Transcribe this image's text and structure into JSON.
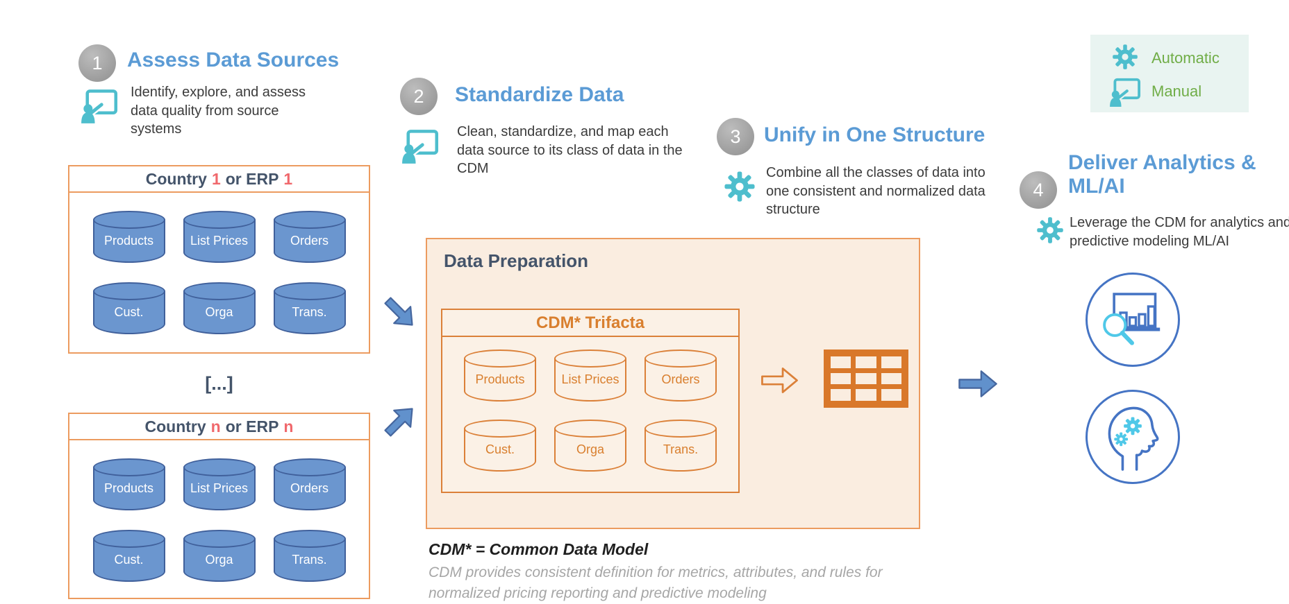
{
  "steps": [
    {
      "number": "1",
      "title": "Assess Data Sources",
      "description": "Identify, explore, and assess data quality from source systems",
      "mode_icon": "presenter"
    },
    {
      "number": "2",
      "title": "Standardize Data",
      "description": "Clean, standardize, and map each data source to its class of data in the CDM",
      "mode_icon": "presenter"
    },
    {
      "number": "3",
      "title": "Unify in One Structure",
      "description": "Combine all the classes of data into one consistent and normalized data structure",
      "mode_icon": "gear"
    },
    {
      "number": "4",
      "title": "Deliver Analytics & ML/AI",
      "description": "Leverage the CDM for analytics and predictive modeling ML/AI",
      "mode_icon": "gear"
    }
  ],
  "legend": {
    "items": [
      {
        "icon": "gear",
        "label": "Automatic"
      },
      {
        "icon": "presenter",
        "label": "Manual"
      }
    ]
  },
  "sources": [
    {
      "name_prefix": "Country",
      "number_1": "1",
      "name_middle": "or ERP",
      "number_2": "1",
      "databases": [
        "Products",
        "List Prices",
        "Orders",
        "Cust.",
        "Orga",
        "Trans."
      ]
    },
    {
      "name_prefix": "Country",
      "number_1": "n",
      "name_middle": "or ERP",
      "number_2": "n",
      "databases": [
        "Products",
        "List Prices",
        "Orders",
        "Cust.",
        "Orga",
        "Trans."
      ]
    }
  ],
  "ellipsis": "[...]",
  "data_preparation": {
    "title": "Data Preparation",
    "cdm_box_title": "CDM* Trifacta",
    "databases": [
      "Products",
      "List Prices",
      "Orders",
      "Cust.",
      "Orga",
      "Trans."
    ]
  },
  "footnote": {
    "title": "CDM* = Common Data Model",
    "body": "CDM provides consistent definition for metrics, attributes, and rules for normalized pricing reporting and predictive modeling"
  },
  "colors": {
    "heading_blue": "#5B9BD5",
    "navy": "#44546A",
    "orange": "#DB8038",
    "orange_box_bg": "#FAEDE0",
    "teal": "#4EBECD",
    "green": "#70AD47",
    "red_number": "#F0686C",
    "cylinder_blue": "#6B96CF",
    "legend_bg": "#E9F4F1",
    "circle_gray": "#A8A8A8",
    "icon_blue": "#4574C4",
    "icon_lightblue": "#4FC8E8"
  }
}
